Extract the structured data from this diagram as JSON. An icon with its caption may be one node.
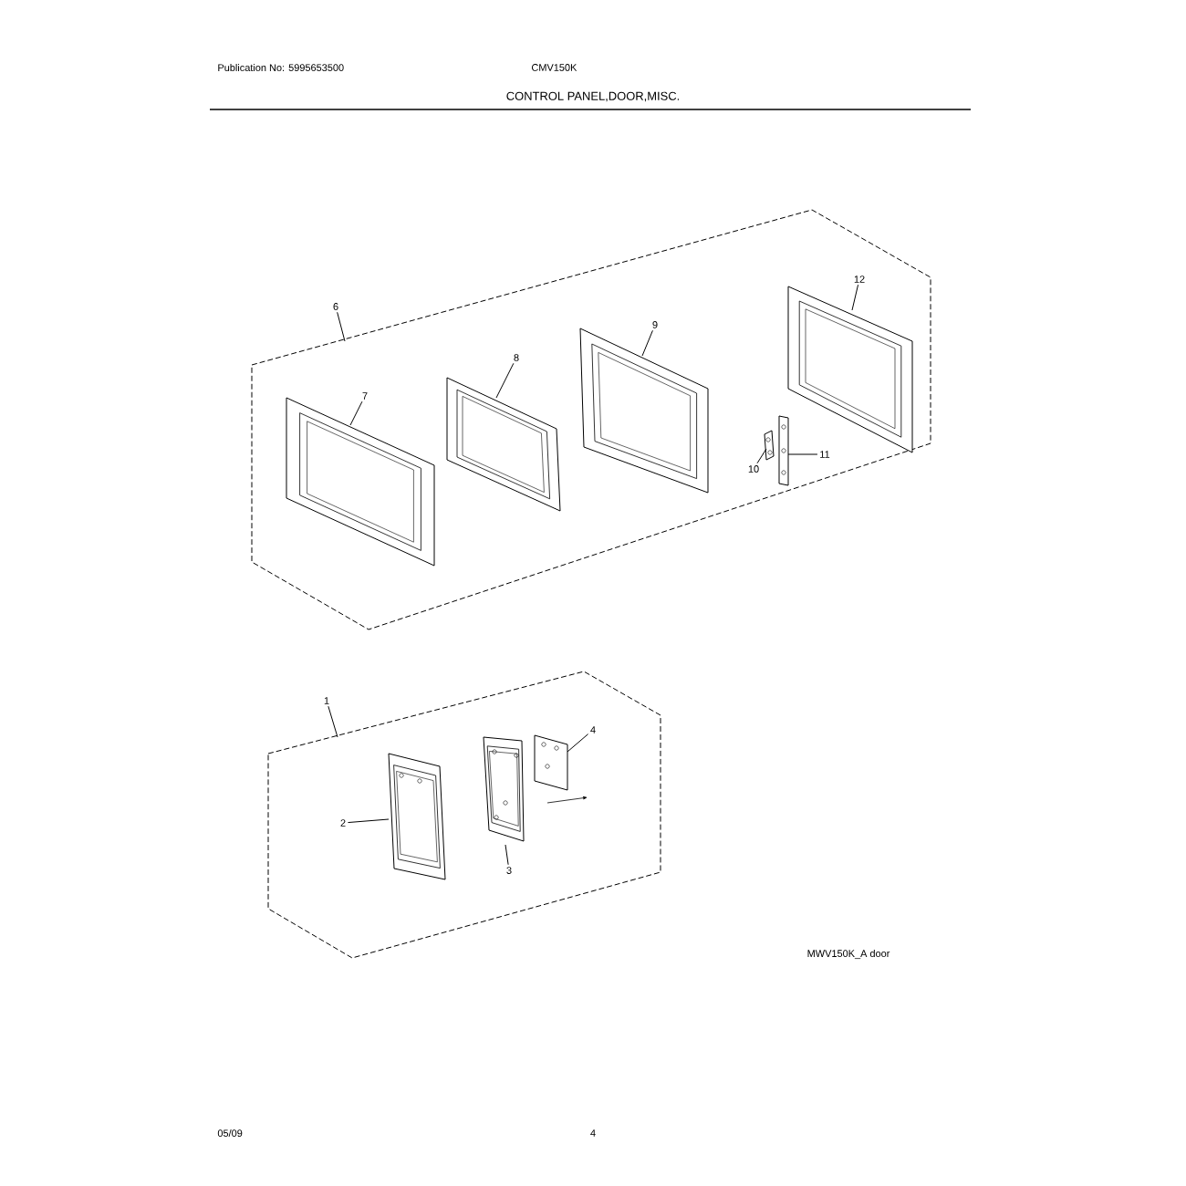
{
  "diagram": {
    "title": "CONTROL PANEL,DOOR,MISC.",
    "nodes": [
      {
        "text": [],
        "shape": "box"
      },
      {
        "text": [
          "6"
        ]
      },
      {
        "text": [
          "7"
        ],
        "in": 0
      },
      {
        "text": [],
        "shape": "picture",
        "in": 0
      },
      {
        "text": [
          "8"
        ],
        "in": 0
      },
      {
        "text": [],
        "shape": "picture",
        "in": 0
      },
      {
        "text": [
          "9"
        ],
        "in": 0
      },
      {
        "text": [],
        "shape": "picture",
        "in": 0
      },
      {
        "text": [
          "12"
        ],
        "in": 0
      },
      {
        "text": [],
        "shape": "picture",
        "in": 0
      },
      {
        "text": [
          "10"
        ],
        "in": 0
      },
      {
        "text": [],
        "shape": "picture",
        "in": 0
      },
      {
        "text": [
          "11"
        ],
        "in": 0
      },
      {
        "text": [],
        "shape": "picture",
        "in": 0
      },
      {
        "text": [],
        "shape": "box"
      },
      {
        "text": [
          "1"
        ]
      },
      {
        "text": [
          "2"
        ],
        "in": 14
      },
      {
        "text": [],
        "shape": "picture",
        "in": 14
      },
      {
        "text": [],
        "shape": "picture",
        "in": 14
      },
      {
        "text": [
          "3"
        ],
        "in": 14
      },
      {
        "text": [
          "4"
        ],
        "in": 14
      },
      {
        "text": [],
        "shape": "picture",
        "in": 14
      }
    ],
    "edges": [
      {
        "from": 1,
        "to": 0,
        "arrow": "none"
      },
      {
        "from": 2,
        "to": 3,
        "arrow": "none"
      },
      {
        "from": 4,
        "to": 5,
        "arrow": "none"
      },
      {
        "from": 6,
        "to": 7,
        "arrow": "none"
      },
      {
        "from": 8,
        "to": 9,
        "arrow": "none"
      },
      {
        "from": 10,
        "to": 11,
        "arrow": "none"
      },
      {
        "from": 12,
        "to": 13,
        "arrow": "none"
      },
      {
        "from": 15,
        "to": 14,
        "arrow": "none"
      },
      {
        "from": 16,
        "to": 17,
        "arrow": "none"
      },
      {
        "from": 19,
        "to": 18,
        "arrow": "none"
      },
      {
        "from": 20,
        "to": 21,
        "arrow": "none"
      }
    ],
    "labels": [
      "Publication No: 5995653500",
      "CMV150K",
      "MWV150K_A door",
      "05/09",
      "4"
    ]
  }
}
